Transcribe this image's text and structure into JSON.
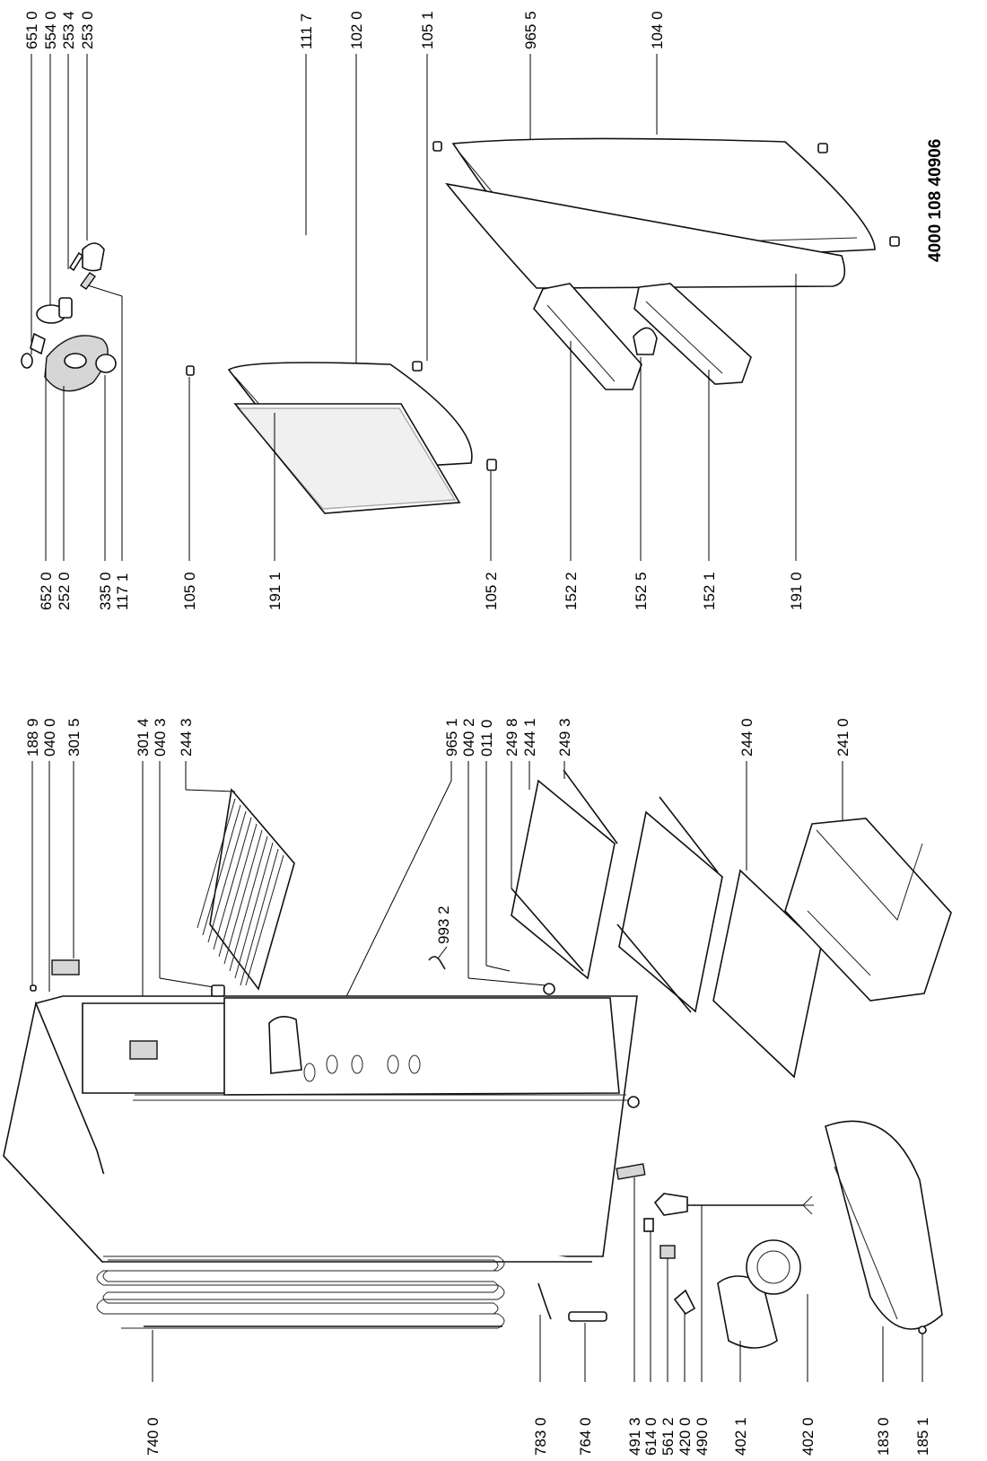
{
  "document_number": "4000 108 40906",
  "right_column_top": [
    "651 0",
    "554 0",
    "253 4",
    "253 0",
    "111 7",
    "102 0",
    "105 1",
    "965 5",
    "104 0"
  ],
  "right_column_bottom": [
    "652 0",
    "252 0",
    "335 0",
    "117 1",
    "105 0",
    "191 1",
    "105 2",
    "152 2",
    "152 5",
    "152 1",
    "191 0"
  ],
  "left_column_top": [
    "188 9",
    "040 0",
    "301 5",
    "301 4",
    "040 3",
    "244 3",
    "965 1",
    "040 2",
    "011 0",
    "249 8",
    "244 1",
    "249 3",
    "244 0",
    "241 0"
  ],
  "left_column_bottom": [
    "740 0",
    "783 0",
    "764 0",
    "491 3",
    "614 0",
    "561 2",
    "420 0",
    "490 0",
    "402 1",
    "402 0",
    "183 0",
    "185 1"
  ],
  "middle_label": "993 2"
}
